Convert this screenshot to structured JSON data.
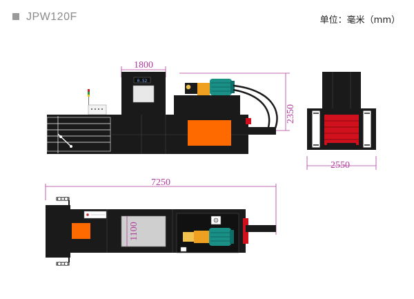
{
  "header": {
    "model": "JPW120F",
    "units_note": "单位：毫米（mm）"
  },
  "dimensions": {
    "width_top": "1800",
    "height": "2350",
    "side_width": "2550",
    "length": "7250",
    "chamber": "1100"
  },
  "panel": {
    "display_value": "0.52"
  },
  "colors": {
    "dimension": "#b03a9c",
    "motor": "#1a8f86",
    "orange": "#ff6a00",
    "red": "#d0101c"
  }
}
